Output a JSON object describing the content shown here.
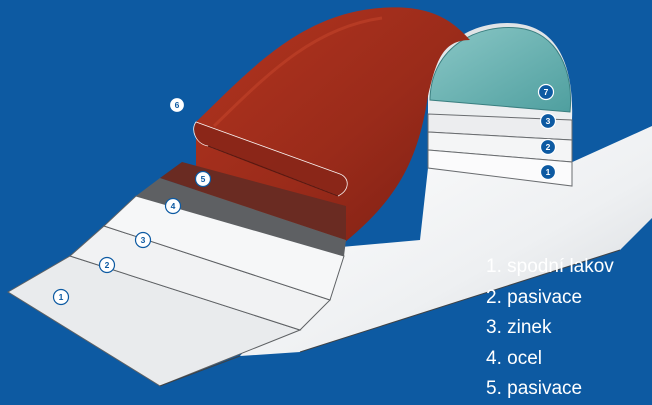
{
  "diagram": {
    "badges_left": [
      "1",
      "2",
      "3",
      "4",
      "5",
      "6"
    ],
    "badges_right": [
      "7",
      "3",
      "2",
      "1"
    ]
  },
  "legend": [
    "1. spodní lakov",
    "2. pasivace",
    "3. zinek",
    "4. ocel",
    "5. pasivace"
  ],
  "colors": {
    "background": "#0d5aa2",
    "red_paint": "#9c2a1a",
    "steel": "#5f6062",
    "teal_topcoat": "#67b0b0",
    "light_layer": "#f2f2f2",
    "badge_fill": "#ffffff"
  }
}
